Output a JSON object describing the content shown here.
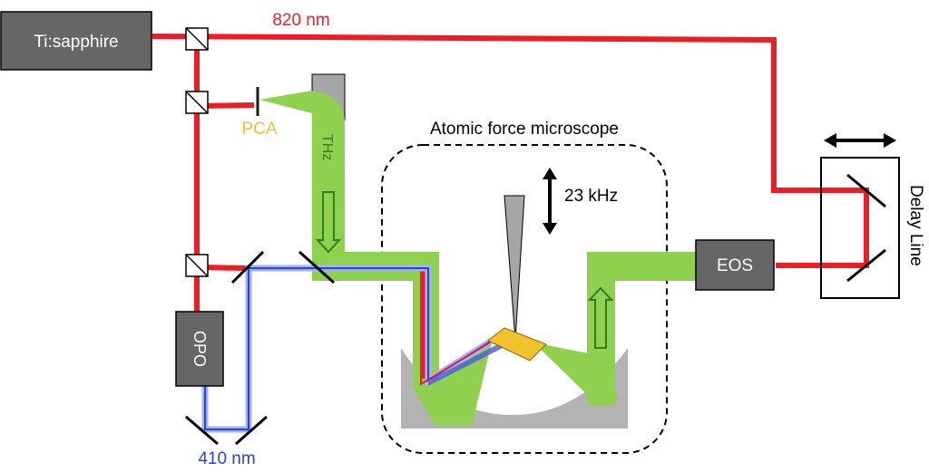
{
  "labels": {
    "laser": "Ti:sapphire",
    "beam_820": "820 nm",
    "pca": "PCA",
    "thz": "THz",
    "afm": "Atomic force microscope",
    "freq": "23 kHz",
    "eos": "EOS",
    "delay": "Delay Line",
    "opo": "OPO",
    "beam_410": "410 nm"
  },
  "colors": {
    "red_beam": "#ee1c24",
    "green_thz": "#8fd14f",
    "blue_beam": "#2c3fe0",
    "box_fill": "#666666",
    "pca_yellow": "#f2c12e",
    "mirror_gray": "#b3b3b3"
  }
}
